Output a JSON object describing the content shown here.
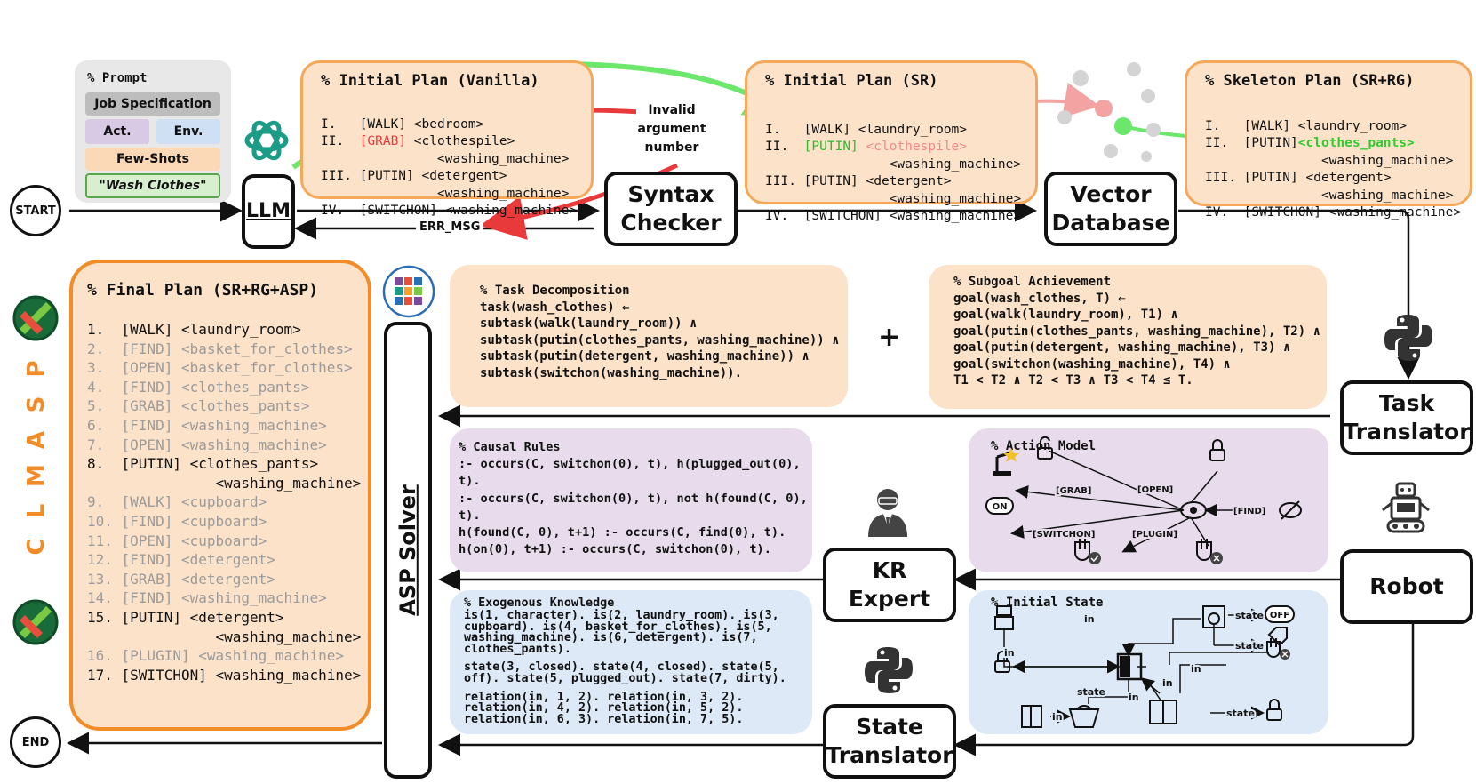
{
  "nodes": {
    "start": "START",
    "end": "END",
    "llm": "LLM",
    "syntax_checker": [
      "Syntax",
      "Checker"
    ],
    "vector_db": [
      "Vector",
      "Database"
    ],
    "task_translator": [
      "Task",
      "Translator"
    ],
    "robot": "Robot",
    "kr_expert": [
      "KR",
      "Expert"
    ],
    "state_translator": [
      "State",
      "Translator"
    ],
    "asp_solver": "ASP Solver"
  },
  "prompt": {
    "title": "% Prompt",
    "job_spec": "Job Specification",
    "act": "Act.",
    "env": "Env.",
    "few_shots": "Few-Shots",
    "instruction": "\"Wash Clothes\""
  },
  "edge_labels": {
    "err_msg": "ERR_MSG",
    "invalid": [
      "Invalid",
      "argument",
      "number"
    ]
  },
  "initial_plan_vanilla": {
    "title": "% Initial Plan (Vanilla)",
    "lines": [
      {
        "num": "I.",
        "action": "[WALK]",
        "args": "<bedroom>"
      },
      {
        "num": "II.",
        "action": "[GRAB]",
        "args": "<clothespile>",
        "args2": "<washing_machine>"
      },
      {
        "num": "III.",
        "action": "[PUTIN]",
        "args": "<detergent>",
        "args2": "<washing_machine>"
      },
      {
        "num": "IV.",
        "action": "[SWITCHON]",
        "args": "<washing_machine>"
      }
    ]
  },
  "initial_plan_sr": {
    "title": "% Initial Plan (SR)",
    "lines": [
      {
        "num": "I.",
        "action": "[WALK]",
        "args": "<laundry_room>"
      },
      {
        "num": "II.",
        "action": "[PUTIN]",
        "args": "<clothespile>",
        "args2": "<washing_machine>"
      },
      {
        "num": "III.",
        "action": "[PUTIN]",
        "args": "<detergent>",
        "args2": "<washing_machine>"
      },
      {
        "num": "IV.",
        "action": "[SWITCHON]",
        "args": "<washing_machine>"
      }
    ]
  },
  "skeleton_plan": {
    "title": "% Skeleton Plan (SR+RG)",
    "lines": [
      {
        "num": "I.",
        "action": "[WALK]",
        "args": "<laundry_room>"
      },
      {
        "num": "II.",
        "action": "[PUTIN]",
        "args": "<clothes_pants>",
        "args2": "<washing_machine>"
      },
      {
        "num": "III.",
        "action": "[PUTIN]",
        "args": "<detergent>",
        "args2": "<washing_machine>"
      },
      {
        "num": "IV.",
        "action": "[SWITCHON]",
        "args": "<washing_machine>"
      }
    ]
  },
  "final_plan": {
    "title": "% Final Plan (SR+RG+ASP)",
    "side_label": "CLMASP",
    "steps": [
      {
        "text": "1.  [WALK] <laundry_room>",
        "dark": true
      },
      {
        "text": "2.  [FIND] <basket_for_clothes>",
        "dark": false
      },
      {
        "text": "3.  [OPEN] <basket_for_clothes>",
        "dark": false
      },
      {
        "text": "4.  [FIND] <clothes_pants>",
        "dark": false
      },
      {
        "text": "5.  [GRAB] <clothes_pants>",
        "dark": false
      },
      {
        "text": "6.  [FIND] <washing_machine>",
        "dark": false
      },
      {
        "text": "7.  [OPEN] <washing_machine>",
        "dark": false
      },
      {
        "text": "8.  [PUTIN] <clothes_pants>",
        "dark": true
      },
      {
        "text": "               <washing_machine>",
        "dark": true
      },
      {
        "text": "9.  [WALK] <cupboard>",
        "dark": false
      },
      {
        "text": "10. [FIND] <cupboard>",
        "dark": false
      },
      {
        "text": "11. [OPEN] <cupboard>",
        "dark": false
      },
      {
        "text": "12. [FIND] <detergent>",
        "dark": false
      },
      {
        "text": "13. [GRAB] <detergent>",
        "dark": false
      },
      {
        "text": "14. [FIND] <washing_machine>",
        "dark": false
      },
      {
        "text": "15. [PUTIN] <detergent>",
        "dark": true
      },
      {
        "text": "               <washing_machine>",
        "dark": true
      },
      {
        "text": "16. [PLUGIN] <washing_machine>",
        "dark": false
      },
      {
        "text": "17. [SWITCHON] <washing_machine>",
        "dark": true
      }
    ]
  },
  "task_decomposition": {
    "title": "% Task Decomposition",
    "lines": [
      "task(wash_clothes) ⇐",
      "subtask(walk(laundry_room)) ∧",
      "subtask(putin(clothes_pants, washing_machine)) ∧",
      "subtask(putin(detergent, washing_machine)) ∧",
      "subtask(switchon(washing_machine))."
    ]
  },
  "plus": "+",
  "subgoal": {
    "title": "% Subgoal Achievement",
    "lines": [
      "goal(wash_clothes, T) ⇐",
      "goal(walk(laundry_room), T1) ∧",
      "goal(putin(clothes_pants, washing_machine), T2) ∧",
      "goal(putin(detergent, washing_machine), T3) ∧",
      "goal(switchon(washing_machine), T4) ∧",
      "T1 < T2 ∧ T2 < T3 ∧ T3 < T4 ≤ T."
    ]
  },
  "causal_rules": {
    "title": "% Causal Rules",
    "lines": [
      ":- occurs(C, switchon(0), t), h(plugged_out(0),",
      "t).",
      ":- occurs(C, switchon(0), t), not h(found(C, 0),",
      "t).",
      "h(found(C, 0), t+1) :- occurs(C, find(0), t).",
      "h(on(0), t+1) :- occurs(C, switchon(0), t)."
    ]
  },
  "action_model": {
    "title": "% Action Model",
    "grab": "[GRAB]",
    "open": "[OPEN]",
    "find": "[FIND]",
    "switchon": "[SWITCHON]",
    "plugin": "[PLUGIN]",
    "on": "ON"
  },
  "exogenous": {
    "title": "% Exogenous Knowledge",
    "lines": [
      "is(1, character). is(2, laundry_room). is(3,",
      "cupboard). is(4, basket_for_clothes). is(5,",
      "washing_machine). is(6, detergent). is(7,",
      "clothes_pants).",
      "",
      "state(3, closed). state(4, closed). state(5,",
      "off). state(5, plugged_out). state(7, dirty).",
      "",
      "relation(in, 1, 2). relation(in, 3, 2).",
      "relation(in, 4, 2). relation(in, 5, 2).",
      "relation(in, 6, 3). relation(in, 7, 5)."
    ]
  },
  "initial_state": {
    "title": "% Initial State",
    "in": "in",
    "state": "state",
    "off": "OFF"
  },
  "colors": {
    "orange_fill": "#fce2c9",
    "orange_border": "#f6a85a",
    "purple_fill": "#e8dcec",
    "blue_fill": "#dde9f7",
    "red": "#e83a3a",
    "green": "#33cc33",
    "clmasp": "#f28c28"
  }
}
